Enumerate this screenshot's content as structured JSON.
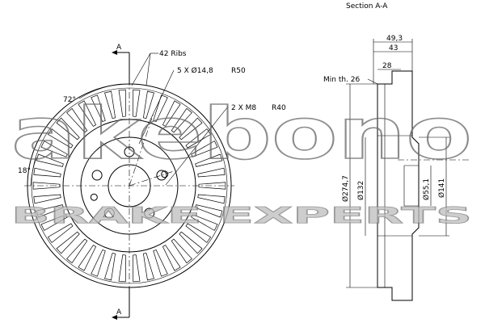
{
  "labels": {
    "section": "Section A-A",
    "ribs": "42 Ribs",
    "holes": "5 X Ø14,8",
    "holes_r": "R50",
    "threads": "2 X M8",
    "threads_r": "R40",
    "angle_72": "72°",
    "angle_18": "18°",
    "cut_a_top": "A",
    "cut_a_bottom": "A",
    "min_th": "Min th. 26"
  },
  "dimensions": {
    "total_width": "49,3",
    "hat_width": "43",
    "disc_width": "28",
    "outer_dia": "Ø274,7",
    "hub_dia": "Ø132",
    "bore_dia": "Ø55,1",
    "hat_dia": "Ø141"
  },
  "watermark": {
    "logo": "akebono",
    "tagline": "BRAKE EXPERTS"
  }
}
